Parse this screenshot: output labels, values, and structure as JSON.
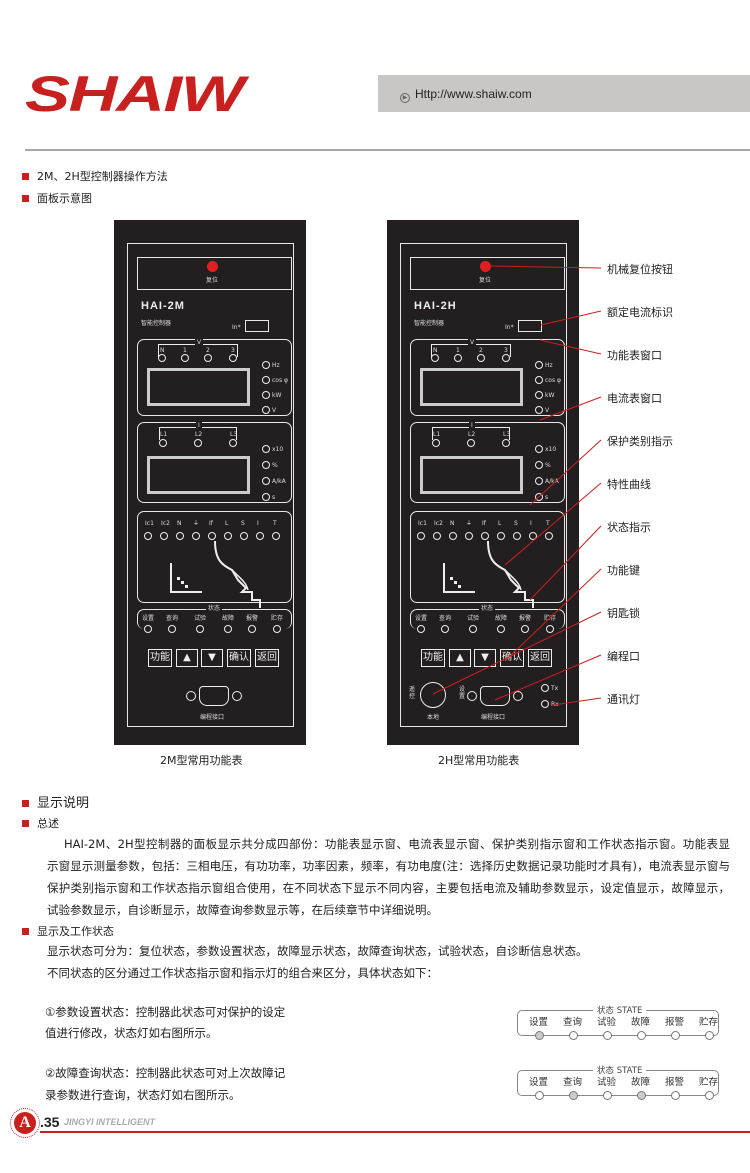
{
  "header": {
    "logo": "SHAIW",
    "url": "Http://www.shaiw.com"
  },
  "sections": {
    "title": "2M、2H型控制器操作方法",
    "panel_heading": "面板示意图"
  },
  "panels": [
    {
      "model": "HAI-2M",
      "subtitle": "智能控制器",
      "reset": "复位",
      "in_label": "In*",
      "caption": "2M型常用功能表",
      "v_title": "V",
      "v_labels": [
        "N",
        "1",
        "2",
        "3"
      ],
      "v_side": [
        "Hz",
        "cos φ",
        "kW",
        "V"
      ],
      "i_title": "I",
      "i_labels": [
        "L1",
        "L2",
        "L3"
      ],
      "i_side": [
        "x10",
        "%",
        "A/kA",
        "s"
      ],
      "prot_labels": [
        "Ic1",
        "Ic2",
        "N",
        "⏚",
        "If",
        "L",
        "S",
        "I",
        "T"
      ],
      "state_title": "状态",
      "states": [
        "设置",
        "查询",
        "试验",
        "故障",
        "报警",
        "贮存"
      ],
      "keys": [
        "功能",
        "▲",
        "▼",
        "确认",
        "返回"
      ],
      "port": "编程接口"
    },
    {
      "model": "HAI-2H",
      "subtitle": "智能控制器",
      "reset": "复位",
      "in_label": "In*",
      "caption": "2H型常用功能表",
      "v_title": "V",
      "v_labels": [
        "N",
        "1",
        "2",
        "3"
      ],
      "v_side": [
        "Hz",
        "cos φ",
        "kW",
        "V"
      ],
      "i_title": "I",
      "i_labels": [
        "L1",
        "L2",
        "L3"
      ],
      "i_side": [
        "x10",
        "%",
        "A/kA",
        "s"
      ],
      "prot_labels": [
        "Ic1",
        "Ic2",
        "N",
        "⏚",
        "If",
        "L",
        "S",
        "I",
        "T"
      ],
      "state_title": "状态",
      "states": [
        "设置",
        "查询",
        "试验",
        "故障",
        "报警",
        "贮存"
      ],
      "keys": [
        "功能",
        "▲",
        "▼",
        "确认",
        "返回"
      ],
      "port": "编程接口",
      "remote": "遥控",
      "local": "本地",
      "setting": "设置",
      "tx": "Tx",
      "rx": "Rx"
    }
  ],
  "callouts": [
    "机械复位按钮",
    "额定电流标识",
    "功能表窗口",
    "电流表窗口",
    "保护类别指示",
    "特性曲线",
    "状态指示",
    "功能键",
    "钥匙锁",
    "编程口",
    "通讯灯"
  ],
  "display": {
    "heading": "显示说明",
    "overview": "总述",
    "paragraph": [
      "HAI-2M、2H型控制器的面板显示共分成四部份：功能表显示窗、电流表显示窗、保护类别指示窗和工作状态指示窗。功能表显",
      "示窗显示测量参数，包括：三相电压，有功功率，功率因素，频率，有功电度(注：选择历史数据记录功能时才具有)，电流表显示窗与",
      "保护类别指示窗和工作状态指示窗组合使用，在不同状态下显示不同内容，主要包括电流及辅助参数显示，设定值显示，故障显示，",
      "试验参数显示，自诊断显示，故障查询参数显示等，在后续章节中详细说明。"
    ],
    "work_heading": "显示及工作状态",
    "work_lines": [
      "显示状态可分为：复位状态，参数设置状态，故障显示状态，故障查询状态，试验状态，自诊断信息状态。",
      "不同状态的区分通过工作状态指示窗和指示灯的组合来区分，具体状态如下："
    ],
    "items": [
      {
        "lines": [
          "①参数设置状态：控制器此状态可对保护的设定",
          "值进行修改，状态灯如右图所示。"
        ],
        "lit": [
          0
        ]
      },
      {
        "lines": [
          "②故障查询状态：控制器此状态可对上次故障记",
          "录参数进行查询，状态灯如右图所示。"
        ],
        "lit": [
          1,
          3
        ]
      }
    ],
    "state_title": "状态 STATE",
    "states": [
      "设置",
      "查询",
      "试验",
      "故障",
      "报警",
      "贮存"
    ]
  },
  "footer": {
    "badge": "A",
    "page": ".35",
    "brand": "JINGYI INTELLIGENT"
  },
  "colors": {
    "brand": "#c8201e",
    "panel": "#231f20"
  }
}
